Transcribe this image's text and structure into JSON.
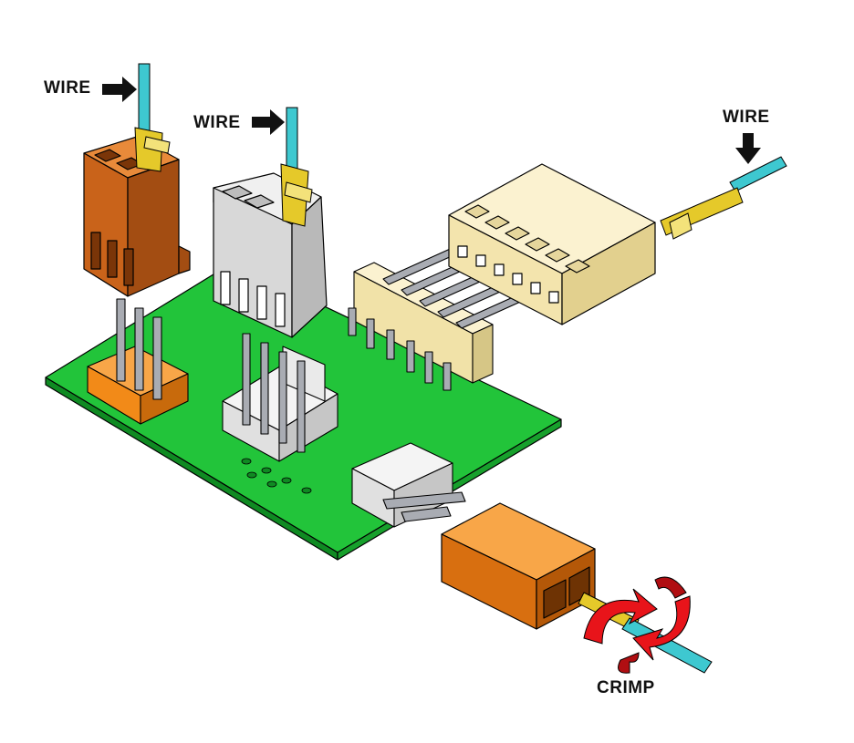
{
  "labels": {
    "wire_1": "WIRE",
    "wire_2": "WIRE",
    "wire_3": "WIRE",
    "crimp": "CRIMP"
  },
  "colors": {
    "pcb": "#22c43a",
    "pcb_side": "#0f8a22",
    "housing_brown": "#c9631a",
    "housing_orange": "#f28a18",
    "housing_gray": "#d8d8d8",
    "housing_cream": "#f7ecc0",
    "wire": "#3ec8d0",
    "terminal": "#e5c92a",
    "pin": "#a9acb3",
    "crimp_arrow": "#e8141a"
  }
}
